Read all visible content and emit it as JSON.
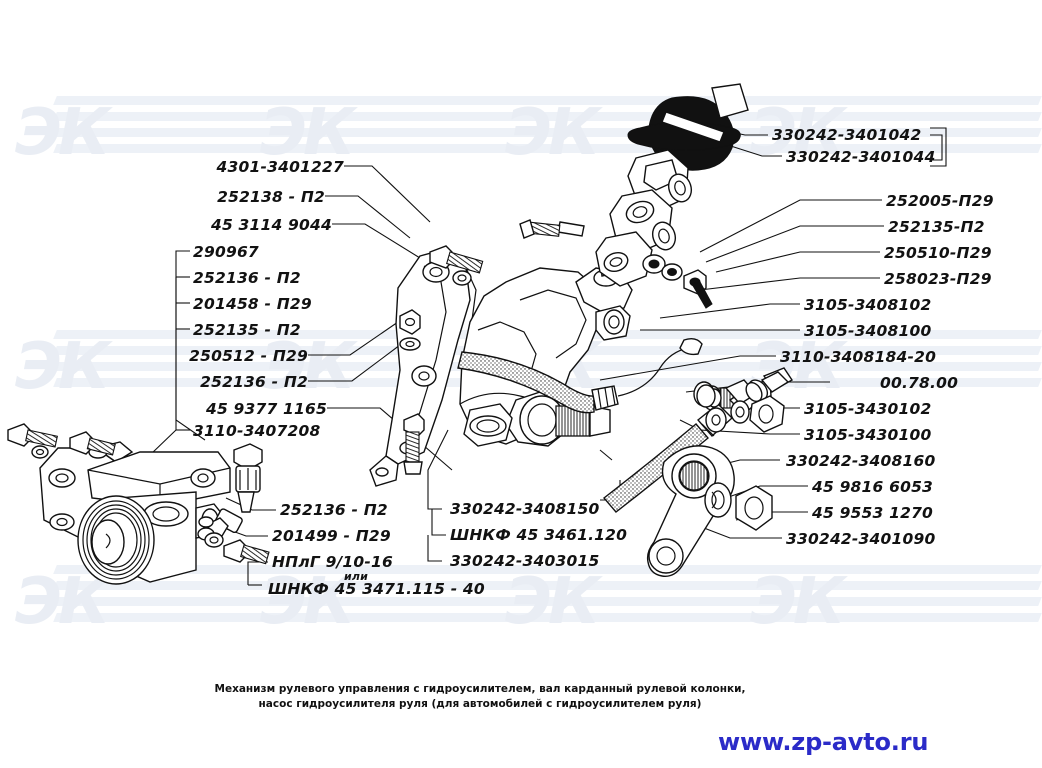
{
  "diagram": {
    "title_line1": "Механизм рулевого управления с гидроусилителем, вал карданный рулевой колонки,",
    "title_line2": "насос гидроусилителя руля (для автомобилей с гидроусилителем руля)",
    "watermark_text": "ЭК",
    "url": "www.zp-avto.ru",
    "url_color": "#2b2bc8",
    "ink_color": "#111111",
    "background": "#ffffff"
  },
  "labels_left": [
    {
      "id": "l1",
      "text": "4301-3401227"
    },
    {
      "id": "l2",
      "text": "252138 - П2"
    },
    {
      "id": "l3",
      "text": "45 3114 9044"
    },
    {
      "id": "l4",
      "text": "290967"
    },
    {
      "id": "l5",
      "text": "252136 - П2"
    },
    {
      "id": "l6",
      "text": "201458 - П29"
    },
    {
      "id": "l7",
      "text": "252135 - П2"
    },
    {
      "id": "l8",
      "text": "250512 - П29"
    },
    {
      "id": "l9",
      "text": "252136 - П2"
    },
    {
      "id": "l10",
      "text": "45 9377 1165"
    },
    {
      "id": "l11",
      "text": "3110-3407208"
    }
  ],
  "labels_right": [
    {
      "id": "r1",
      "text": "330242-3401042"
    },
    {
      "id": "r2",
      "text": "330242-3401044"
    },
    {
      "id": "r3",
      "text": "252005-П29"
    },
    {
      "id": "r4",
      "text": "252135-П2"
    },
    {
      "id": "r5",
      "text": "250510-П29"
    },
    {
      "id": "r6",
      "text": "258023-П29"
    },
    {
      "id": "r7",
      "text": "3105-3408102"
    },
    {
      "id": "r8",
      "text": "3105-3408100"
    },
    {
      "id": "r9",
      "text": "3110-3408184-20"
    },
    {
      "id": "r10",
      "text": "00.78.00"
    },
    {
      "id": "r11",
      "text": "3105-3430102"
    },
    {
      "id": "r12",
      "text": "3105-3430100"
    },
    {
      "id": "r13",
      "text": "330242-3408160"
    },
    {
      "id": "r14",
      "text": "45 9816 6053"
    },
    {
      "id": "r15",
      "text": "45 9553 1270"
    },
    {
      "id": "r16",
      "text": "330242-3401090"
    }
  ],
  "labels_bottom_left": [
    {
      "id": "b1",
      "text": "252136 - П2"
    },
    {
      "id": "b2",
      "text": "201499 - П29"
    },
    {
      "id": "b3",
      "text": "НПлГ 9/10-16"
    },
    {
      "id": "b4",
      "text": "или"
    },
    {
      "id": "b5",
      "text": "ШНКФ 45 3471.115 - 40"
    }
  ],
  "labels_bottom_center": [
    {
      "id": "c1",
      "text": "330242-3408150"
    },
    {
      "id": "c2",
      "text": "ШНКФ 45 3461.120"
    },
    {
      "id": "c3",
      "text": "330242-3403015"
    }
  ]
}
